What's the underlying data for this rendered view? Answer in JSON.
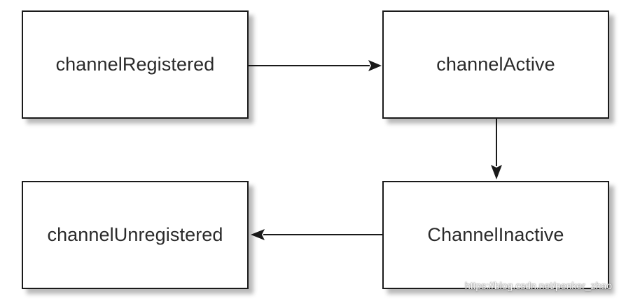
{
  "diagram": {
    "nodes": [
      {
        "id": "registered",
        "label": "channelRegistered"
      },
      {
        "id": "active",
        "label": "channelActive"
      },
      {
        "id": "inactive",
        "label": "ChannelInactive"
      },
      {
        "id": "unregistered",
        "label": "channelUnregistered"
      }
    ],
    "edges": [
      {
        "from": "registered",
        "to": "active"
      },
      {
        "from": "active",
        "to": "inactive"
      },
      {
        "from": "inactive",
        "to": "unregistered"
      }
    ]
  },
  "watermark": "https://blog.csdn.net/penker_zhao"
}
